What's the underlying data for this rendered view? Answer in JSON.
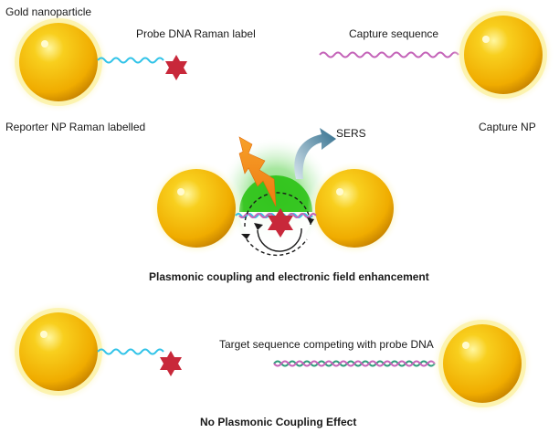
{
  "labels": {
    "gold_nanoparticle": "Gold nanoparticle",
    "probe_dna_raman_label": "Probe DNA Raman label",
    "capture_sequence": "Capture sequence",
    "reporter_np": "Reporter NP Raman labelled",
    "capture_np": "Capture NP",
    "sers": "SERS",
    "plasmonic_coupling": "Plasmonic coupling and electronic field enhancement",
    "target_sequence": "Target sequence competing with probe DNA",
    "no_coupling": "No Plasmonic Coupling Effect"
  },
  "colors": {
    "gold": "#f5b400",
    "gold_dark": "#c98a00",
    "halo": "#fbf4b0",
    "probe_strand": "#31c3e8",
    "capture_strand": "#c463b8",
    "target_strand": "#2f9a7a",
    "raman_star": "#c8283a",
    "lightning": "#f28a1e",
    "field_glow": "#3ec428",
    "sers_arrow": "#3b6f8a"
  },
  "icons": {
    "raman_label": "star-icon",
    "excitation": "lightning-icon",
    "scatter": "curved-arrow-icon"
  }
}
